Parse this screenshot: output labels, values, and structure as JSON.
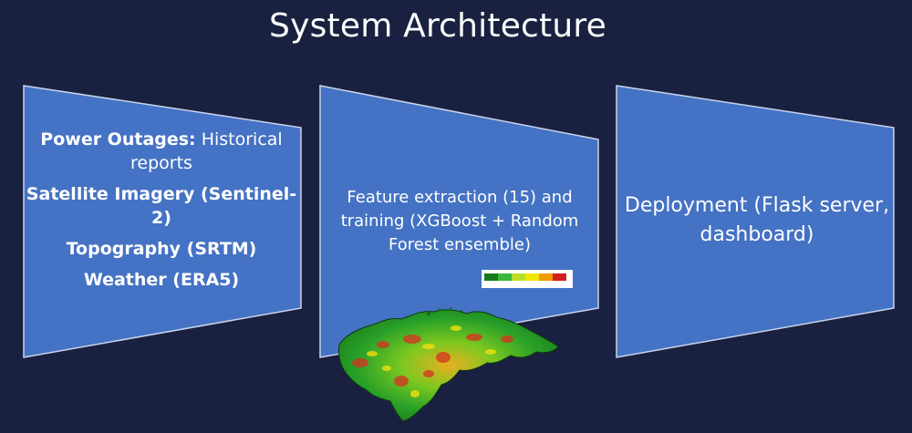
{
  "title": "System Architecture",
  "panels": [
    {
      "lines": [
        {
          "bold": "Power Outages:",
          "normal": " Historical reports"
        },
        {
          "bold": "Satellite Imagery (Sentinel-2)"
        },
        {
          "bold": "Topography (SRTM)"
        },
        {
          "bold": "Weather (ERA5)"
        }
      ]
    },
    {
      "text": "Feature extraction (15) and training (XGBoost + Random Forest ensemble)"
    },
    {
      "text": "Deployment (Flask server, dashboard)"
    }
  ],
  "colors": {
    "background": "#1a2140",
    "panel_fill": "#4472c4",
    "panel_stroke": "#c9d4ea"
  },
  "legend": {
    "colors": [
      "#1a7a1a",
      "#3cb83c",
      "#b8e02a",
      "#f2e600",
      "#f09a00",
      "#d41e1e"
    ]
  },
  "map": {
    "icon": "elevation-map-image"
  }
}
